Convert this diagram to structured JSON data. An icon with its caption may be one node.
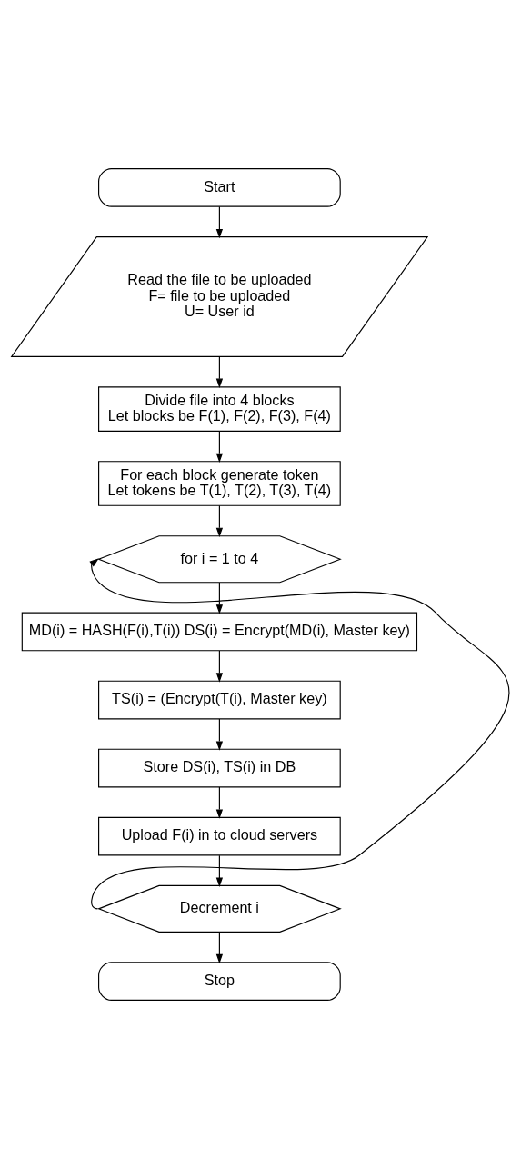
{
  "diagram": {
    "nodes": [
      {
        "text": [
          "Start"
        ]
      },
      {
        "text": [
          "Read the file to be uploaded",
          "F= file to be uploaded",
          "U= User id"
        ]
      },
      {
        "text": [
          "Divide file into 4 blocks",
          "Let blocks be F(1), F(2), F(3), F(4)"
        ]
      },
      {
        "text": [
          "For each block generate token",
          "Let tokens be T(1), T(2), T(3), T(4)"
        ]
      },
      {
        "text": [
          "for i = 1 to 4"
        ]
      },
      {
        "text": [
          "MD(i) = HASH(F(i),T(i)) DS(i) = Encrypt(MD(i), Master key)"
        ]
      },
      {
        "text": [
          "TS(i) = (Encrypt(T(i), Master key)"
        ]
      },
      {
        "text": [
          "Store DS(i), TS(i) in DB"
        ]
      },
      {
        "text": [
          "Upload F(i) in to cloud servers"
        ]
      },
      {
        "text": [
          "Decrement i"
        ]
      },
      {
        "text": [
          "Stop"
        ]
      }
    ],
    "edges": [
      {
        "from": 0,
        "to": 1,
        "arrow": "to"
      },
      {
        "from": 1,
        "to": 2,
        "arrow": "to"
      },
      {
        "from": 2,
        "to": 3,
        "arrow": "to"
      },
      {
        "from": 3,
        "to": 4,
        "arrow": "to"
      },
      {
        "from": 4,
        "to": 5,
        "arrow": "to"
      },
      {
        "from": 5,
        "to": 6,
        "arrow": "to"
      },
      {
        "from": 6,
        "to": 7,
        "arrow": "to"
      },
      {
        "from": 7,
        "to": 8,
        "arrow": "to"
      },
      {
        "from": 8,
        "to": 9,
        "arrow": "to"
      },
      {
        "from": 9,
        "to": 4,
        "arrow": "to"
      },
      {
        "from": 9,
        "to": 10,
        "arrow": "to"
      }
    ]
  }
}
